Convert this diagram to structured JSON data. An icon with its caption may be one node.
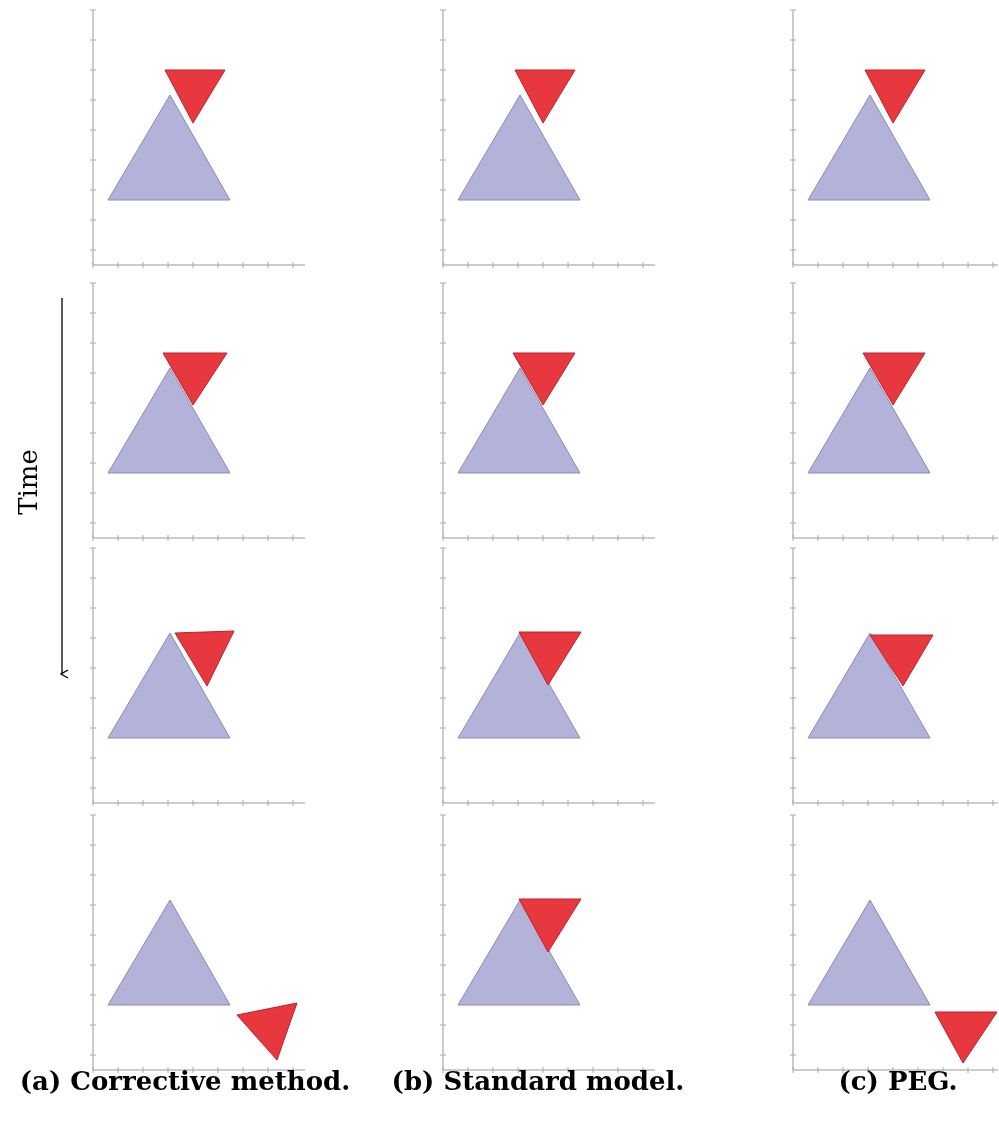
{
  "diagram": {
    "labels": [
      "Time",
      "(a) Corrective method.",
      "(b) Standard model.",
      "(c) PEG."
    ]
  }
}
